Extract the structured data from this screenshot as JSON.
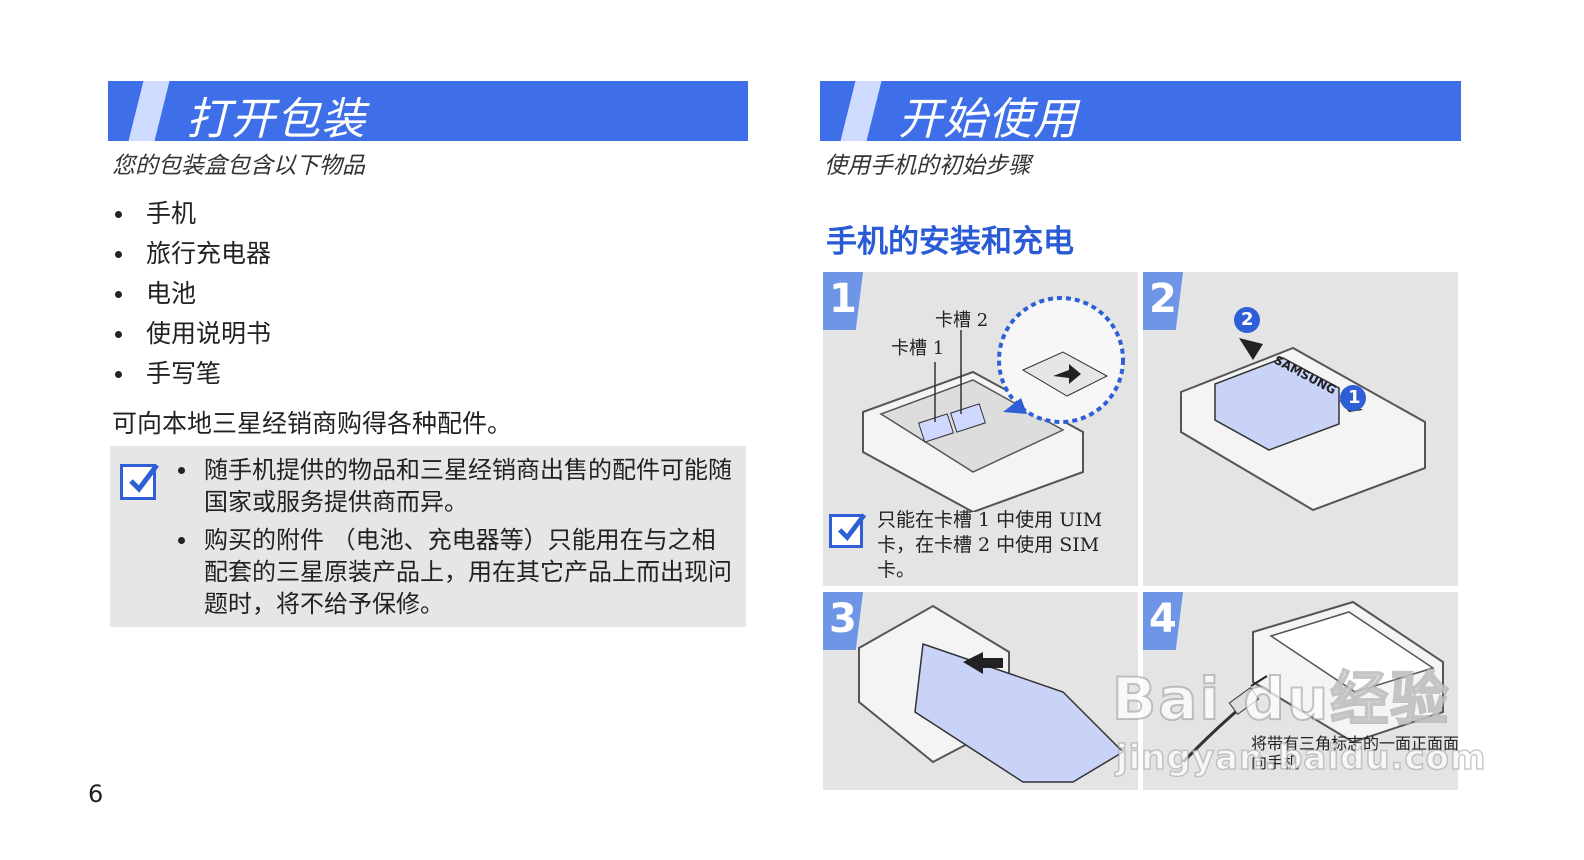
{
  "left": {
    "banner_title": "打开包装",
    "subtitle": "您的包装盒包含以下物品",
    "items": [
      "手机",
      "旅行充电器",
      "电池",
      "使用说明书",
      "手写笔"
    ],
    "paragraph": "可向本地三星经销商购得各种配件。",
    "notes": [
      "随手机提供的物品和三星经销商出售的配件可能随国家或服务提供商而异。",
      "购买的附件 （电池、充电器等）只能用在与之相配套的三星原装产品上，用在其它产品上而出现问题时，将不给予保修。"
    ],
    "page_number": "6"
  },
  "right": {
    "banner_title": "开始使用",
    "subtitle": "使用手机的初始步骤",
    "section_heading": "手机的安装和充电",
    "steps": [
      {
        "number": "1",
        "slot2_label": "卡槽 2",
        "slot1_label": "卡槽 1",
        "note": "只能在卡槽 1 中使用 UIM 卡，在卡槽 2 中使用 SIM 卡。"
      },
      {
        "number": "2",
        "badge1": "1",
        "badge2": "2",
        "brand": "SAMSUNG"
      },
      {
        "number": "3"
      },
      {
        "number": "4",
        "caption": "将带有三角标志的一面正面面向手机"
      }
    ]
  },
  "watermark": {
    "line1": "Bai du经验",
    "line2": "jingyan.baidu.com"
  },
  "colors": {
    "banner": "#3f6fe8",
    "heading": "#2a5bd7",
    "step_badge": "#6f95e6",
    "note_bg": "#e6e6e6"
  }
}
